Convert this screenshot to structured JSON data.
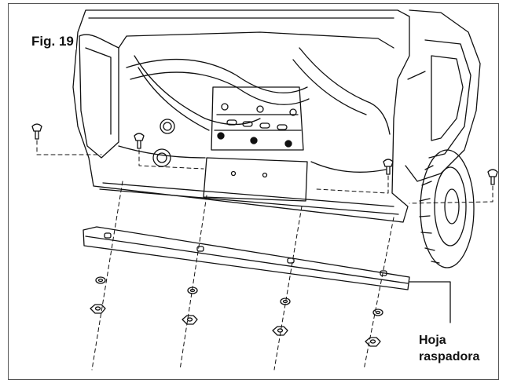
{
  "figure": {
    "label": "Fig. 19",
    "callout": {
      "line1": "Hoja",
      "line2": "raspadora"
    }
  },
  "colors": {
    "ink": "#111111",
    "frame": "#555555",
    "background": "#ffffff"
  }
}
